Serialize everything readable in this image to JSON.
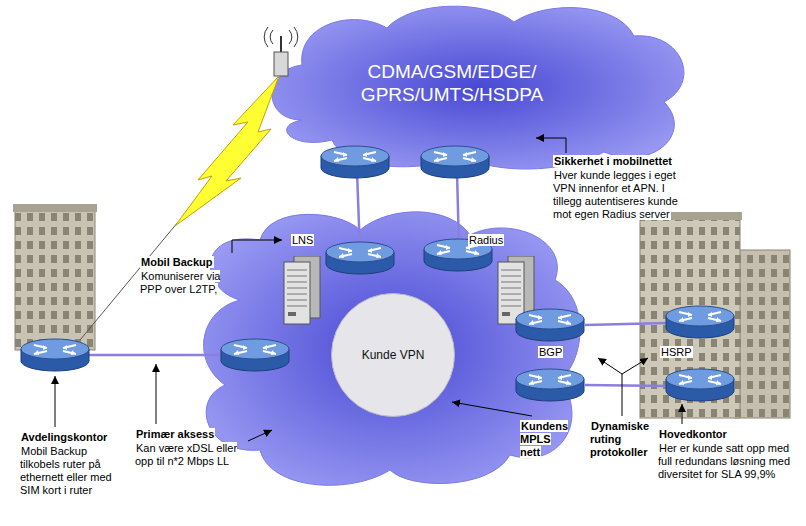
{
  "diagram": {
    "nodes": [
      {
        "text": [
          "CDMA/GSM/EDGE/ GPRS/UMTS/HSDPA"
        ]
      },
      {
        "text": [
          "Kunde VPN"
        ]
      }
    ],
    "labels": [
      "Sikkerhet i mobilnettet",
      "Hver kunde legges i eget VPN innenfor et APN. I tillegg autentiseres kunde mot egen Radius server",
      "Mobil Backup",
      "Komuniserer via PPP over L2TP,",
      "LNS",
      "Radius",
      "BGP",
      "HSRP",
      "Avdelingskontor",
      "Mobil Backup tilkobels ruter på ethernett eller med SIM kort i ruter",
      "Primær aksess",
      "Kan være xDSL eller opp til n*2 Mbps LL",
      "Kundens MPLS nett",
      "Dynamiske ruting protokoller",
      "Hovedkontor",
      "Her er kunde satt opp med full redundans løsning med diversitet for SLA 99,9%"
    ]
  }
}
